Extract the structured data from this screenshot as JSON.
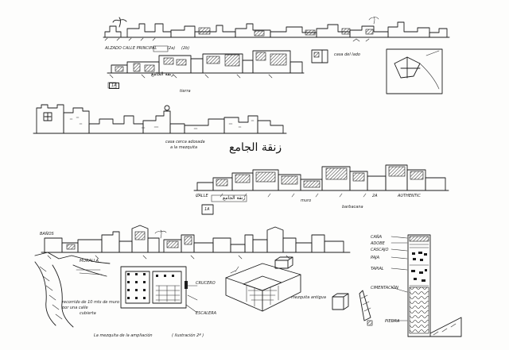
{
  "sheet": {
    "elevation_1": {
      "labels": [
        "ALZADO CALLE PRINCIPAL",
        "(2a)",
        "(2b)",
        "1A"
      ],
      "notes": [
        "tierra",
        "casa del lado"
      ]
    },
    "elevation_2": {
      "notes": [
        "casa cerca adosada",
        "a la mezquita"
      ]
    },
    "elevation_3": {
      "labels": [
        "CALLE",
        "1A",
        "2A",
        "AUTHENTIC"
      ],
      "notes": [
        "muro",
        "barbacana"
      ]
    },
    "detail_section": {
      "labels": [
        "BAÑOS",
        "MURALLA"
      ],
      "notes": [
        "recorrido de 10 mts de muro",
        "por una calle",
        "cubierta"
      ]
    },
    "mosque_plan": {
      "title": "La mezquita de la ampliación",
      "notes": [
        "CRUCERO",
        "ESCALERA"
      ],
      "caption": "( ilustración 2ª )"
    },
    "roof_sketch": {
      "caption": "mezquita antigua"
    },
    "wall_section": {
      "labels": [
        "CAÑA",
        "ADOBE",
        "CASCAJO",
        "PAJA",
        "TAPIAL",
        "PIEDRA"
      ],
      "notes": [
        "CIMENTACIÓN"
      ]
    },
    "arabic": {
      "line1": "زنقة الجامع",
      "line2": "زنقة الجامع",
      "line3": "زنقة الجامع"
    }
  }
}
